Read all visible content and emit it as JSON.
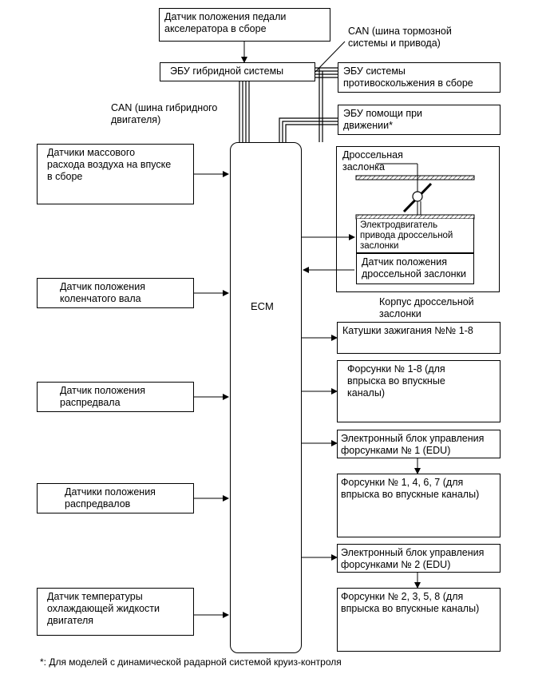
{
  "diagram": {
    "accel_pedal_sensor": "Датчик положения педали\nакселератора в сборе",
    "can_brake_label": "CAN (шина тормозной\nсистемы и привода)",
    "hybrid_ecu": "ЭБУ гибридной системы",
    "skid_control_ecu": "ЭБУ системы\nпротивоскольжения в сборе",
    "driving_support_ecu": "ЭБУ помощи при\nдвижении*",
    "can_hybrid_label": "CAN (шина гибридного\nдвигателя)",
    "maf_sensor": "Датчики массового\nрасхода воздуха на впуске\nв сборе",
    "ckp_sensor": "Датчик положения\nколенчатого вала",
    "cmp_sensor": "Датчик положения\nраспредвала",
    "cmp_sensors": "Датчики положения\nраспредвалов",
    "ect_sensor": "Датчик температуры\nохлаждающей жидкости\nдвигателя",
    "ecm": "ECM",
    "throttle_valve": "Дроссельная\nзаслонка",
    "throttle_motor": "Электродвигатель\nпривода дроссельной\nзаслонки",
    "throttle_position_sensor": "Датчик положения\nдроссельной заслонки",
    "throttle_body_label": "Корпус дроссельной\nзаслонки",
    "ignition_coils": "Катушки зажигания №№ 1-8",
    "port_injectors_all": "Форсунки № 1-8 (для\nвпрыска во впускные\nканалы)",
    "edu1": "Электронный блок управления\nфорсунками № 1 (EDU)",
    "injectors_1467": "Форсунки № 1, 4, 6, 7 (для\nвпрыска во впускные каналы)",
    "edu2": "Электронный блок управления\nфорсунками № 2 (EDU)",
    "injectors_2358": "Форсунки № 2, 3, 5, 8 (для\nвпрыска во впускные каналы)",
    "footnote": "*: Для моделей с динамической радарной системой круиз-контроля"
  }
}
